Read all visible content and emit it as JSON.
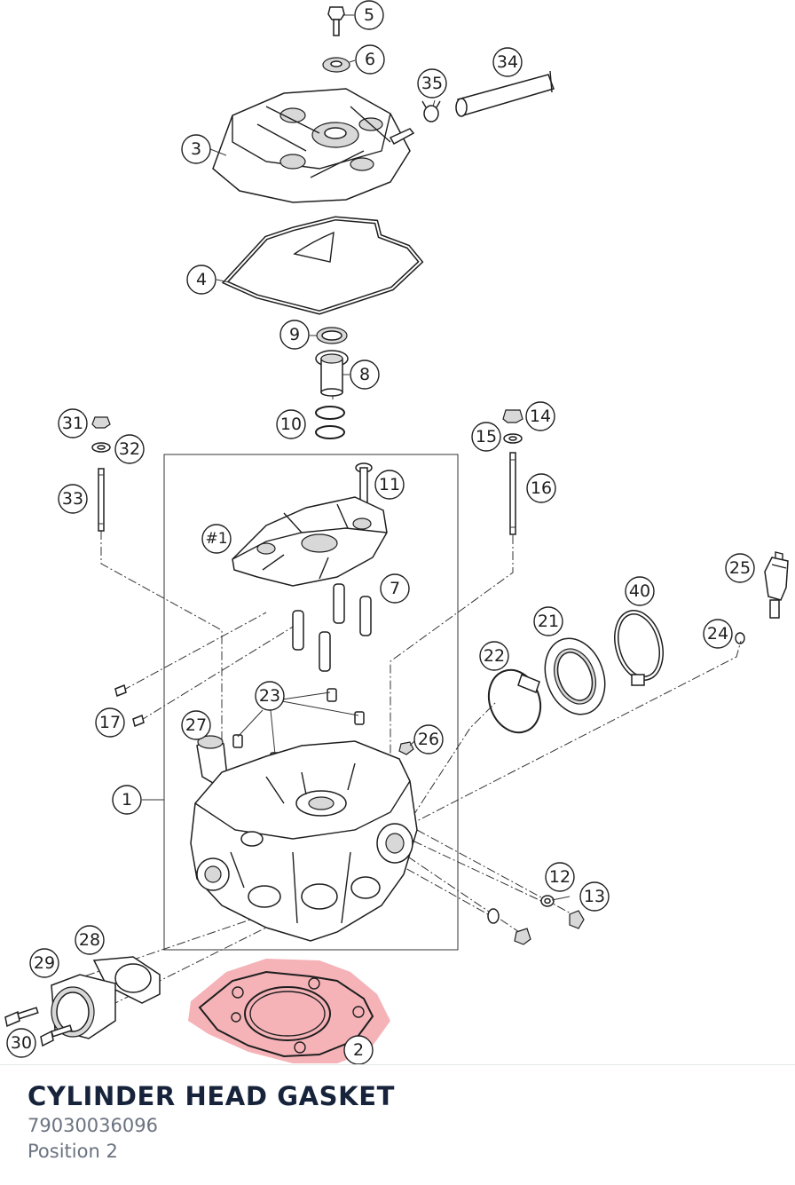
{
  "diagram": {
    "callouts": [
      {
        "id": "c5",
        "label": "5"
      },
      {
        "id": "c6",
        "label": "6"
      },
      {
        "id": "c34",
        "label": "34"
      },
      {
        "id": "c35",
        "label": "35"
      },
      {
        "id": "c3",
        "label": "3"
      },
      {
        "id": "c4",
        "label": "4"
      },
      {
        "id": "c9",
        "label": "9"
      },
      {
        "id": "c8",
        "label": "8"
      },
      {
        "id": "c10",
        "label": "10"
      },
      {
        "id": "c31",
        "label": "31"
      },
      {
        "id": "c32",
        "label": "32"
      },
      {
        "id": "c33",
        "label": "33"
      },
      {
        "id": "c14",
        "label": "14"
      },
      {
        "id": "c15",
        "label": "15"
      },
      {
        "id": "c16",
        "label": "16"
      },
      {
        "id": "c11",
        "label": "11"
      },
      {
        "id": "cg1",
        "label": "#1"
      },
      {
        "id": "c7",
        "label": "7"
      },
      {
        "id": "c25",
        "label": "25"
      },
      {
        "id": "c40",
        "label": "40"
      },
      {
        "id": "c21",
        "label": "21"
      },
      {
        "id": "c24",
        "label": "24"
      },
      {
        "id": "c22",
        "label": "22"
      },
      {
        "id": "c17",
        "label": "17"
      },
      {
        "id": "c23",
        "label": "23"
      },
      {
        "id": "c27",
        "label": "27"
      },
      {
        "id": "c26",
        "label": "26"
      },
      {
        "id": "c1",
        "label": "1"
      },
      {
        "id": "c12",
        "label": "12"
      },
      {
        "id": "c13",
        "label": "13"
      },
      {
        "id": "c28",
        "label": "28"
      },
      {
        "id": "c29",
        "label": "29"
      },
      {
        "id": "c30",
        "label": "30"
      },
      {
        "id": "c2",
        "label": "2"
      }
    ],
    "highlight_color": "#f19aa0"
  },
  "part": {
    "title": "CYLINDER HEAD GASKET",
    "number": "79030036096",
    "position": "Position 2"
  }
}
